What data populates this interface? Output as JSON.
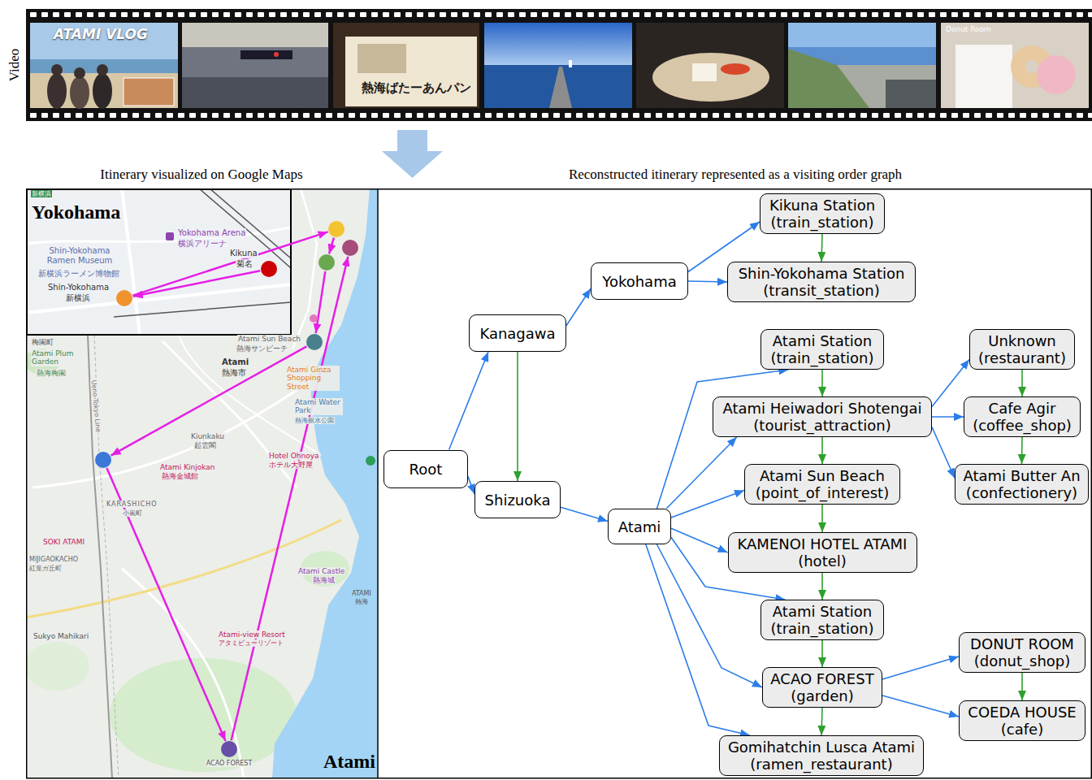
{
  "diagram": {
    "nodes": [
      {
        "text": [
          "Root"
        ]
      },
      {
        "text": [
          "Kanagawa"
        ]
      },
      {
        "text": [
          "Yokohama"
        ]
      },
      {
        "text": [
          "Kikuna Station",
          "(train_station)"
        ]
      },
      {
        "text": [
          "Shin-Yokohama Station",
          "(transit_station)"
        ]
      },
      {
        "text": [
          "Shizuoka"
        ]
      },
      {
        "text": [
          "Atami"
        ]
      },
      {
        "text": [
          "Atami Station",
          "(train_station)"
        ]
      },
      {
        "text": [
          "Atami Heiwadori Shotengai",
          "(tourist_attraction)"
        ]
      },
      {
        "text": [
          "Unknown",
          "(restaurant)"
        ]
      },
      {
        "text": [
          "Cafe Agir",
          "(coffee_shop)"
        ]
      },
      {
        "text": [
          "Atami Butter An",
          "(confectionery)"
        ]
      },
      {
        "text": [
          "Atami Sun Beach",
          "(point_of_interest)"
        ]
      },
      {
        "text": [
          "KAMENOI HOTEL ATAMI",
          "(hotel)"
        ]
      },
      {
        "text": [
          "Atami Station",
          "(train_station)"
        ]
      },
      {
        "text": [
          "ACAO FOREST",
          "(garden)"
        ]
      },
      {
        "text": [
          "DONUT ROOM",
          "(donut_shop)"
        ]
      },
      {
        "text": [
          "COEDA HOUSE",
          "(cafe)"
        ]
      },
      {
        "text": [
          "Gomihatchin Lusca Atami",
          "(ramen_restaurant)"
        ]
      }
    ],
    "edges": [
      {
        "from": 0,
        "to": 1,
        "arrow": "to"
      },
      {
        "from": 0,
        "to": 5,
        "arrow": "to"
      },
      {
        "from": 1,
        "to": 5,
        "arrow": "to"
      },
      {
        "from": 1,
        "to": 2,
        "arrow": "to"
      },
      {
        "from": 2,
        "to": 3,
        "arrow": "to"
      },
      {
        "from": 2,
        "to": 4,
        "arrow": "to"
      },
      {
        "from": 3,
        "to": 4,
        "arrow": "to"
      },
      {
        "from": 5,
        "to": 6,
        "arrow": "to"
      },
      {
        "from": 6,
        "to": 7,
        "arrow": "to"
      },
      {
        "from": 6,
        "to": 8,
        "arrow": "to"
      },
      {
        "from": 6,
        "to": 12,
        "arrow": "to"
      },
      {
        "from": 6,
        "to": 13,
        "arrow": "to"
      },
      {
        "from": 6,
        "to": 14,
        "arrow": "to"
      },
      {
        "from": 6,
        "to": 15,
        "arrow": "to"
      },
      {
        "from": 6,
        "to": 18,
        "arrow": "to"
      },
      {
        "from": 7,
        "to": 8,
        "arrow": "to"
      },
      {
        "from": 8,
        "to": 12,
        "arrow": "to"
      },
      {
        "from": 12,
        "to": 13,
        "arrow": "to"
      },
      {
        "from": 13,
        "to": 14,
        "arrow": "to"
      },
      {
        "from": 14,
        "to": 15,
        "arrow": "to"
      },
      {
        "from": 15,
        "to": 18,
        "arrow": "to"
      },
      {
        "from": 8,
        "to": 9,
        "arrow": "to"
      },
      {
        "from": 8,
        "to": 10,
        "arrow": "to"
      },
      {
        "from": 8,
        "to": 11,
        "arrow": "to"
      },
      {
        "from": 9,
        "to": 10,
        "arrow": "to"
      },
      {
        "from": 10,
        "to": 11,
        "arrow": "to"
      },
      {
        "from": 15,
        "to": 16,
        "arrow": "to"
      },
      {
        "from": 15,
        "to": 17,
        "arrow": "to"
      },
      {
        "from": 16,
        "to": 17,
        "arrow": "to"
      }
    ],
    "labels": [
      "Video",
      "ATAMI VLOG",
      "熱海ばたーあんパン",
      "Donut Room",
      "Itinerary visualized on Google Maps",
      "Reconstructed itinerary represented as a visiting order graph",
      "Yokohama",
      "新横浜",
      "Yokohama Arena",
      "横浜アリーナ",
      "Shin-Yokohama Ramen Museum",
      "新横浜ラーメン博物館",
      "Shin-Yokohama",
      "新横浜",
      "Kikuna",
      "菊名",
      "梅園町",
      "Atami Plum Garden",
      "熱海梅園",
      "Atami Sun Beach",
      "熱海サンビーチ",
      "Atami Ginza Shopping Street",
      "Atami",
      "熱海市",
      "Atami Water Park",
      "熱海親水公園",
      "Kiunkaku",
      "起雲閣",
      "Atami Kinjokan",
      "熱海金城館",
      "Hotel Ohnoya",
      "ホテル大野屋",
      "KARASHICHO",
      "小嵐町",
      "SOKI ATAMI",
      "MIJIGAOKACHO",
      "紅葉ガ丘町",
      "Atami Castle",
      "熱海城",
      "ATAMI",
      "熱海",
      "Atami-view Resort",
      "アタミビューリゾート",
      "Sukyo Mahikari",
      "Ueno-Tokyo Line",
      "ACAO FOREST",
      "Atami"
    ]
  }
}
